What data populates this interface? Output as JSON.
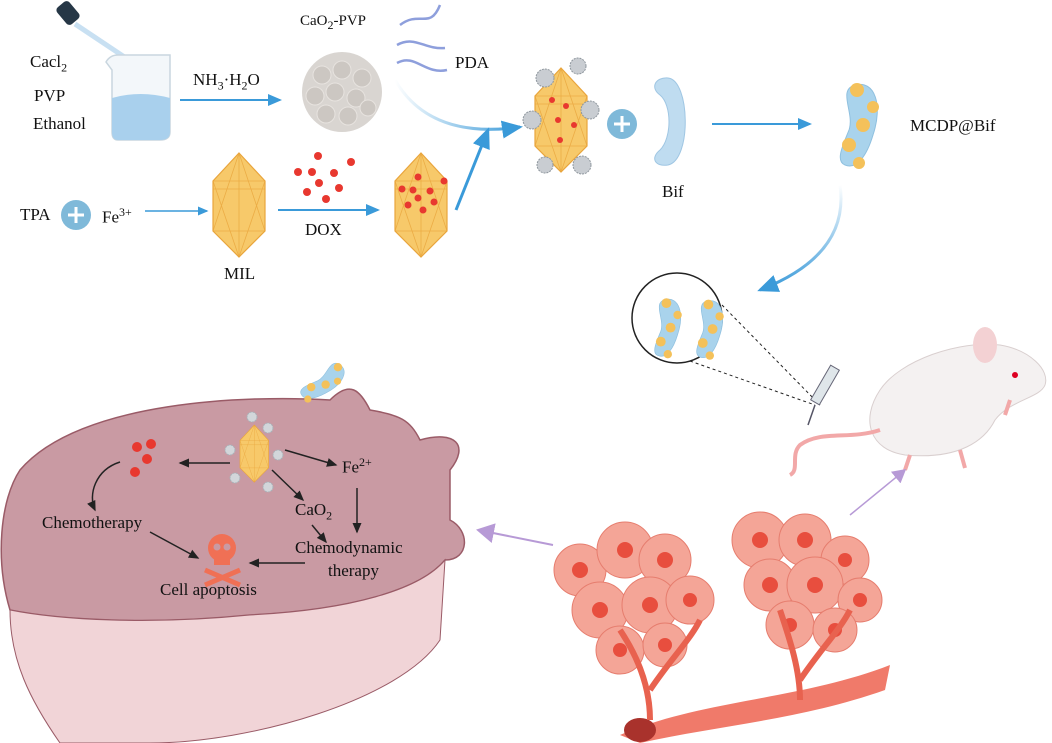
{
  "synthesis": {
    "reagents": [
      "Cacl",
      "PVP",
      "Ethanol"
    ],
    "reagent_sub": "2",
    "ammonia": {
      "a": "NH",
      "a_sub": "3",
      "b": "·H",
      "b_sub": "2",
      "c": "O"
    },
    "cao2_pvp": {
      "a": "CaO",
      "sub": "2",
      "b": "-PVP"
    },
    "pda": "PDA",
    "tpa": "TPA",
    "fe3": {
      "a": "Fe",
      "sup": "3+"
    },
    "mil": "MIL",
    "dox": "DOX",
    "bif": "Bif",
    "product": "MCDP@Bif"
  },
  "cell": {
    "fe2": {
      "a": "Fe",
      "sup": "2+"
    },
    "cao2": {
      "a": "CaO",
      "sub": "2"
    },
    "chemotherapy": "Chemotherapy",
    "chemodynamic": [
      "Chemodynamic",
      "therapy"
    ],
    "apoptosis": "Cell apoptosis"
  },
  "colors": {
    "arrow": "#3a9ad9",
    "crystal": "#f7c96a",
    "dox": "#e8382f",
    "bacteria": "#a9d3ec",
    "cell": "#c99aa3",
    "tumor": "#f07a6a",
    "skull": "#f07055"
  }
}
